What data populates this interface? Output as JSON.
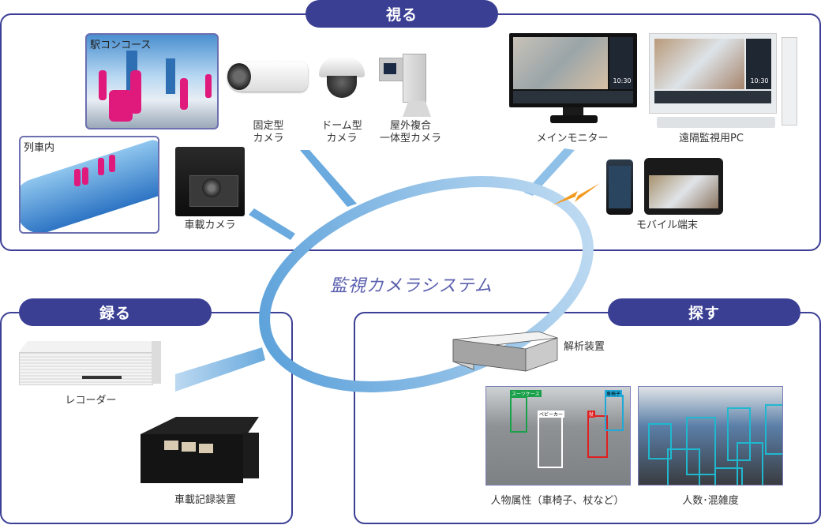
{
  "sections": {
    "view": {
      "label": "視る"
    },
    "record": {
      "label": "録る"
    },
    "search": {
      "label": "探す"
    }
  },
  "center_title": "監視カメラシステム",
  "view_items": {
    "station_concourse": "駅コンコース",
    "in_train": "列車内",
    "fixed_camera": [
      "固定型",
      "カメラ"
    ],
    "dome_camera": [
      "ドーム型",
      "カメラ"
    ],
    "outdoor_camera": [
      "屋外複合",
      "一体型カメラ"
    ],
    "onboard_camera": "車載カメラ",
    "main_monitor": "メインモニター",
    "remote_pc": "遠隔監視用PC",
    "mobile": "モバイル端末",
    "monitor_clock": "10:30"
  },
  "record_items": {
    "recorder": "レコーダー",
    "onboard_recorder": "車載記録装置"
  },
  "search_items": {
    "analyzer": "解析装置",
    "attributes": "人物属性（車椅子、杖など）",
    "crowd": "人数･混雑度",
    "tags": {
      "suitcase": "スーツケース",
      "stroller": "ベビーカー",
      "cane": "杖",
      "wheelchair": "車椅子"
    }
  },
  "colors": {
    "navy": "#3a3f94",
    "ring": "#6aaade",
    "magenta": "#e0197d",
    "bolt": "#f39a1e"
  }
}
